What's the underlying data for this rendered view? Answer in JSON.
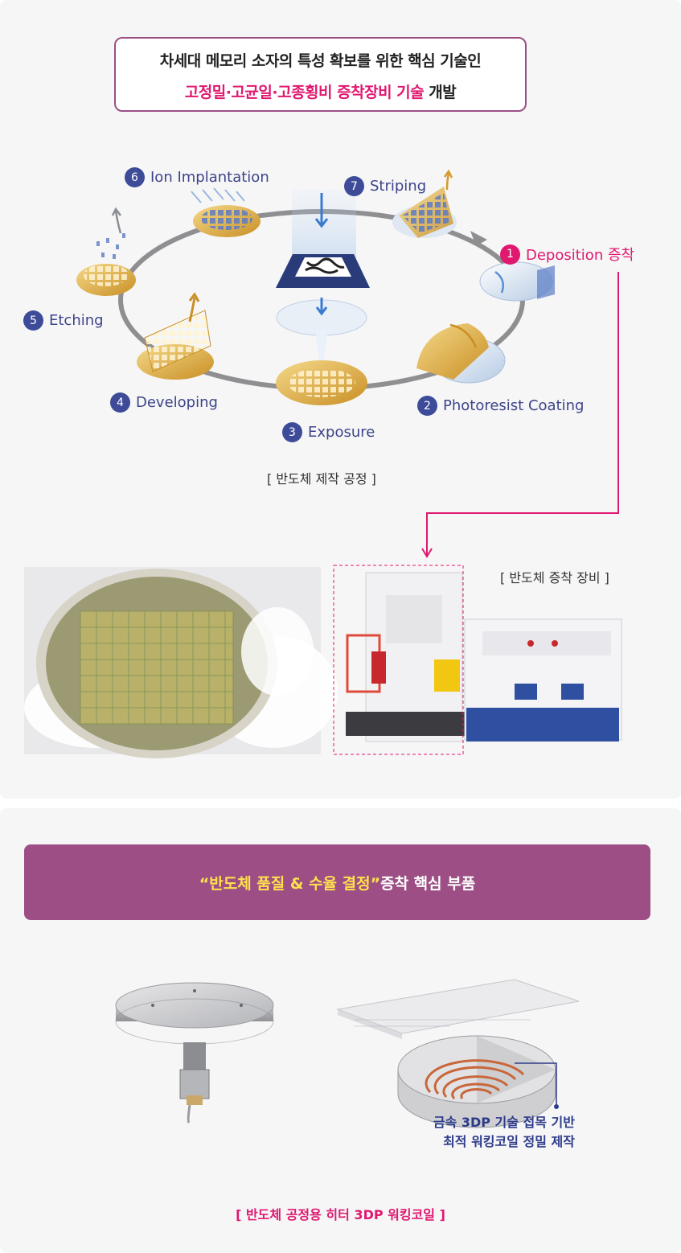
{
  "headline": {
    "line1": "차세대 메모리 소자의 특성 확보를 위한 핵심 기술인",
    "line2_highlight": "고정밀·고균일·고종횡비 증착장비 기술",
    "line2_rest": " 개발"
  },
  "process": {
    "steps": [
      {
        "num": "1",
        "label": "Deposition 증착"
      },
      {
        "num": "2",
        "label": "Photoresist Coating"
      },
      {
        "num": "3",
        "label": "Exposure"
      },
      {
        "num": "4",
        "label": "Developing"
      },
      {
        "num": "5",
        "label": "Etching"
      },
      {
        "num": "6",
        "label": "Ion Implantation"
      },
      {
        "num": "7",
        "label": "Striping"
      }
    ],
    "caption": "[ 반도체 제작 공정 ]"
  },
  "equipment": {
    "caption": "[ 반도체 증착 장비 ]"
  },
  "banner": {
    "highlight": "“반도체 품질 & 수율 결정”",
    "rest": "증착 핵심 부품"
  },
  "heater": {
    "callout_line1": "금속 3DP 기술 접목 기반",
    "callout_line2": "최적 워킹코일 정밀 제작",
    "caption": "[ 반도체 공정용 히터 3DP 워킹코일 ]"
  },
  "colors": {
    "accent_pink": "#e0186f",
    "step_navy": "#3d4b98",
    "banner_purple": "#9d4f85",
    "banner_yellow": "#ffe14d"
  }
}
